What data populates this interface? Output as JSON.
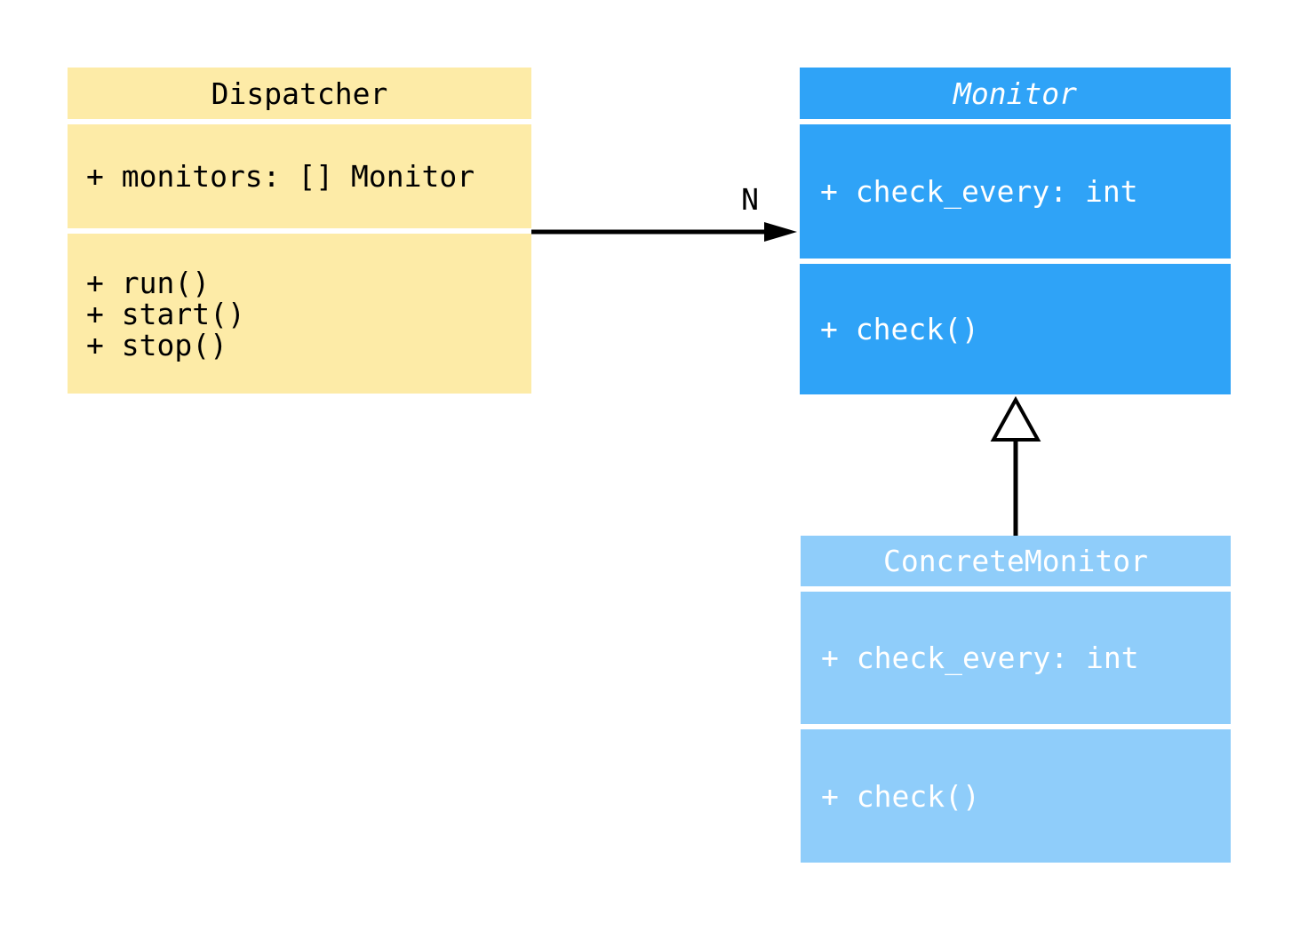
{
  "colors": {
    "dispatcher_fill": "#FDEBA7",
    "monitor_fill": "#2FA3F7",
    "concrete_fill": "#8FCDFA",
    "text_dark": "#000000",
    "text_light": "#FFFFFF",
    "relation_stroke": "#000000",
    "background": "#FFFFFF"
  },
  "dispatcher": {
    "title": "Dispatcher",
    "attributes": [
      "+ monitors: [] Monitor"
    ],
    "methods": [
      "+ run()",
      "+ start()",
      "+ stop()"
    ]
  },
  "monitor": {
    "title": "Monitor",
    "stereotype": "abstract (italic title)",
    "attributes": [
      "+ check_every: int"
    ],
    "methods": [
      "+ check()"
    ]
  },
  "concrete_monitor": {
    "title": "ConcreteMonitor",
    "attributes": [
      "+ check_every: int"
    ],
    "methods": [
      "+ check()"
    ]
  },
  "relations": {
    "association": {
      "from": "Dispatcher",
      "to": "Monitor",
      "label": "N"
    },
    "generalization": {
      "from": "ConcreteMonitor",
      "to": "Monitor"
    }
  }
}
